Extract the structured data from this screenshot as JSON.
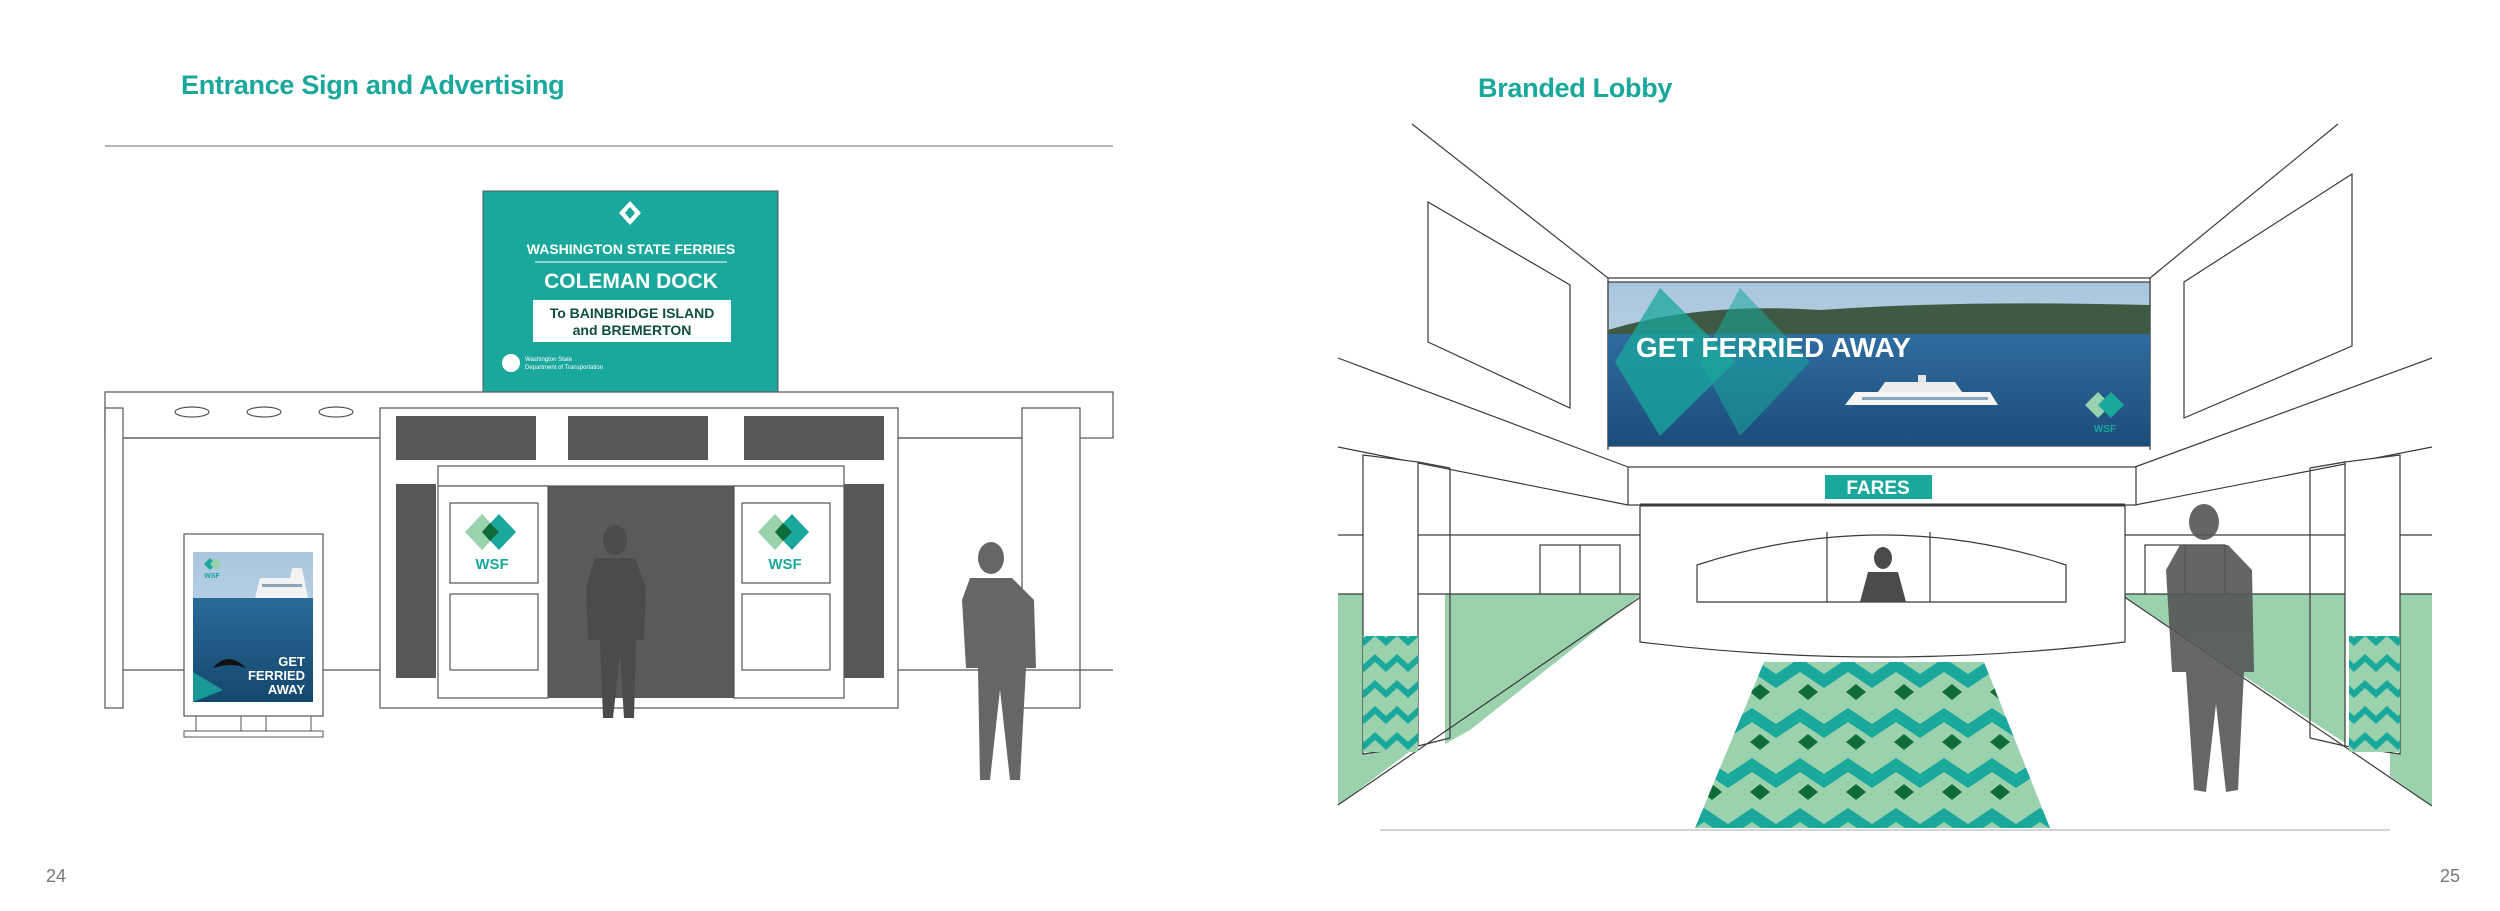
{
  "left_page": {
    "title": "Entrance Sign and Advertising",
    "page_number": "24",
    "dock_sign": {
      "agency": "WASHINGTON STATE FERRIES",
      "terminal": "COLEMAN DOCK",
      "destination_line1": "To BAINBRIDGE ISLAND",
      "destination_line2": "and BREMERTON",
      "footer_line1": "Washington State",
      "footer_line2": "Department of Transportation"
    },
    "door_logo_text": "WSF",
    "poster": {
      "logo_text": "WSF",
      "headline_line1": "GET",
      "headline_line2": "FERRIED",
      "headline_line3": "AWAY"
    }
  },
  "right_page": {
    "title": "Branded Lobby",
    "page_number": "25",
    "banner_text": "GET FERRIED AWAY",
    "banner_logo_text": "WSF",
    "fares_sign": "FARES"
  },
  "colors": {
    "brand_teal": "#1aa89c",
    "dark_green": "#0f6b3a",
    "light_green": "#9bd2ae",
    "dark_gray": "#555555"
  }
}
